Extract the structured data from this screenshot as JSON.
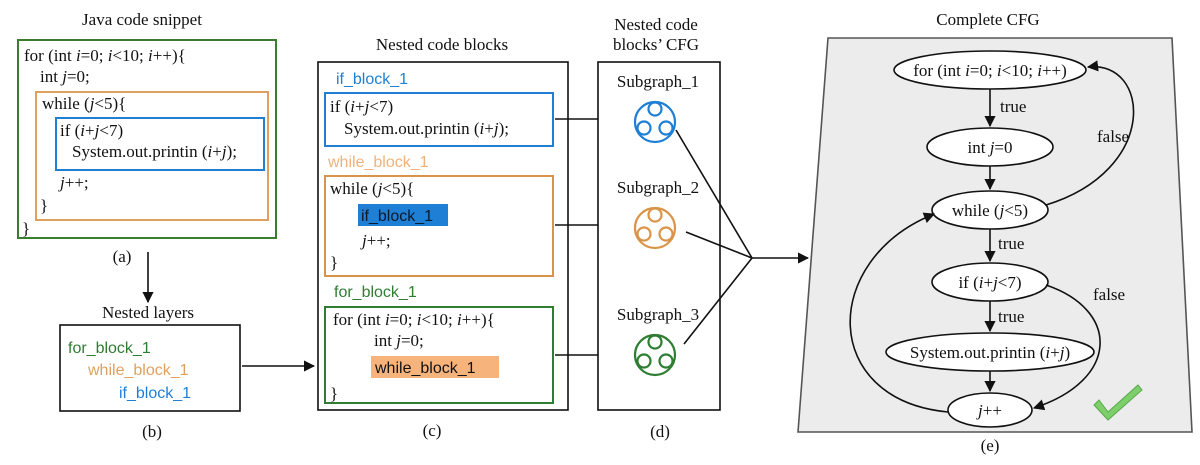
{
  "colors": {
    "green": "#2e7d32",
    "orange": "#e0a060",
    "blue": "#1f7fd4",
    "orange_fill": "#f6b37b",
    "blue_fill": "#1f7fd4",
    "gray_panel": "#ececec",
    "check": "#7ccf6a"
  },
  "panel_a": {
    "title": "Java code snippet",
    "caption": "(a)",
    "code_for": {
      "a": "for (int ",
      "b": "i",
      "c": "=0; ",
      "d": "i",
      "e": "<10; ",
      "f": "i",
      "g": "++){"
    },
    "code_int": {
      "a": "int ",
      "b": "j",
      "c": "=0;"
    },
    "code_while": {
      "a": "while (",
      "b": "j",
      "c": "<5){"
    },
    "code_if": {
      "a": "if (",
      "b": "i",
      "c": "+",
      "d": "j",
      "e": "<7)"
    },
    "code_print": {
      "a": "System.out.printin (",
      "b": "i",
      "c": "+",
      "d": "j",
      "e": ");"
    },
    "code_jpp": {
      "a": "j",
      "b": "++;"
    },
    "brace": "}"
  },
  "panel_b": {
    "title": "Nested layers",
    "caption": "(b)",
    "layers": [
      "for_block_1",
      "while_block_1",
      "if_block_1"
    ]
  },
  "panel_c": {
    "title": "Nested code blocks",
    "caption": "(c)",
    "if_label": "if_block_1",
    "while_label": "while_block_1",
    "for_label": "for_block_1",
    "if_code_line1": {
      "a": "if (",
      "b": "i",
      "c": "+",
      "d": "j",
      "e": "<7)"
    },
    "if_code_line2": {
      "a": "System.out.printin (",
      "b": "i",
      "c": "+",
      "d": "j",
      "e": ");"
    },
    "while_code_line1": {
      "a": "while (",
      "b": "j",
      "c": "<5){"
    },
    "while_inner": "if_block_1",
    "while_code_jpp": {
      "a": "j",
      "b": "++;"
    },
    "for_code_line1": {
      "a": "for (int ",
      "b": "i",
      "c": "=0; ",
      "d": "i",
      "e": "<10; ",
      "f": "i",
      "g": "++){"
    },
    "for_code_int": {
      "a": "int ",
      "b": "j",
      "c": "=0;"
    },
    "for_inner": "while_block_1",
    "brace": "}"
  },
  "panel_d": {
    "title_line1": "Nested code",
    "title_line2": "blocks’ CFG",
    "caption": "(d)",
    "subgraphs": [
      "Subgraph_1",
      "Subgraph_2",
      "Subgraph_3"
    ]
  },
  "panel_e": {
    "title": "Complete CFG",
    "caption": "(e)",
    "node_for": {
      "a": "for (int ",
      "b": "i",
      "c": "=0; ",
      "d": "i",
      "e": "<10; ",
      "f": "i",
      "g": "++)"
    },
    "node_int": {
      "a": "int ",
      "b": "j",
      "c": "=0"
    },
    "node_while": {
      "a": "while (",
      "b": "j",
      "c": "<5)"
    },
    "node_if": {
      "a": "if (",
      "b": "i",
      "c": "+",
      "d": "j",
      "e": "<7)"
    },
    "node_print": {
      "a": "System.out.printin (",
      "b": "i",
      "c": "+",
      "d": "j",
      "e": ")"
    },
    "node_jpp": {
      "a": "j",
      "b": "++"
    },
    "edge_true": "true",
    "edge_false": "false"
  }
}
